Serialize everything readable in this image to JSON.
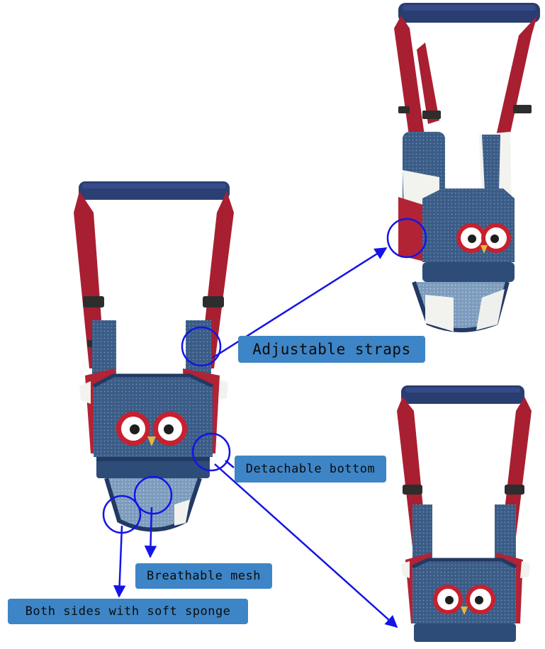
{
  "labels": {
    "adjustable_straps": "Adjustable straps",
    "detachable_bottom": "Detachable bottom",
    "breathable_mesh": "Breathable mesh",
    "soft_sponge": "Both sides with soft sponge"
  },
  "colors": {
    "navy": "#2a3f6e",
    "strap_red": "#b22335",
    "mesh_blue": "#3b5f86",
    "callout_blue": "#1414e6",
    "label_bg": "#3d85c6",
    "sherpa": "#f2f2ef"
  },
  "icons": [
    "owl-face-icon",
    "arrow-icon",
    "callout-circle-icon"
  ]
}
